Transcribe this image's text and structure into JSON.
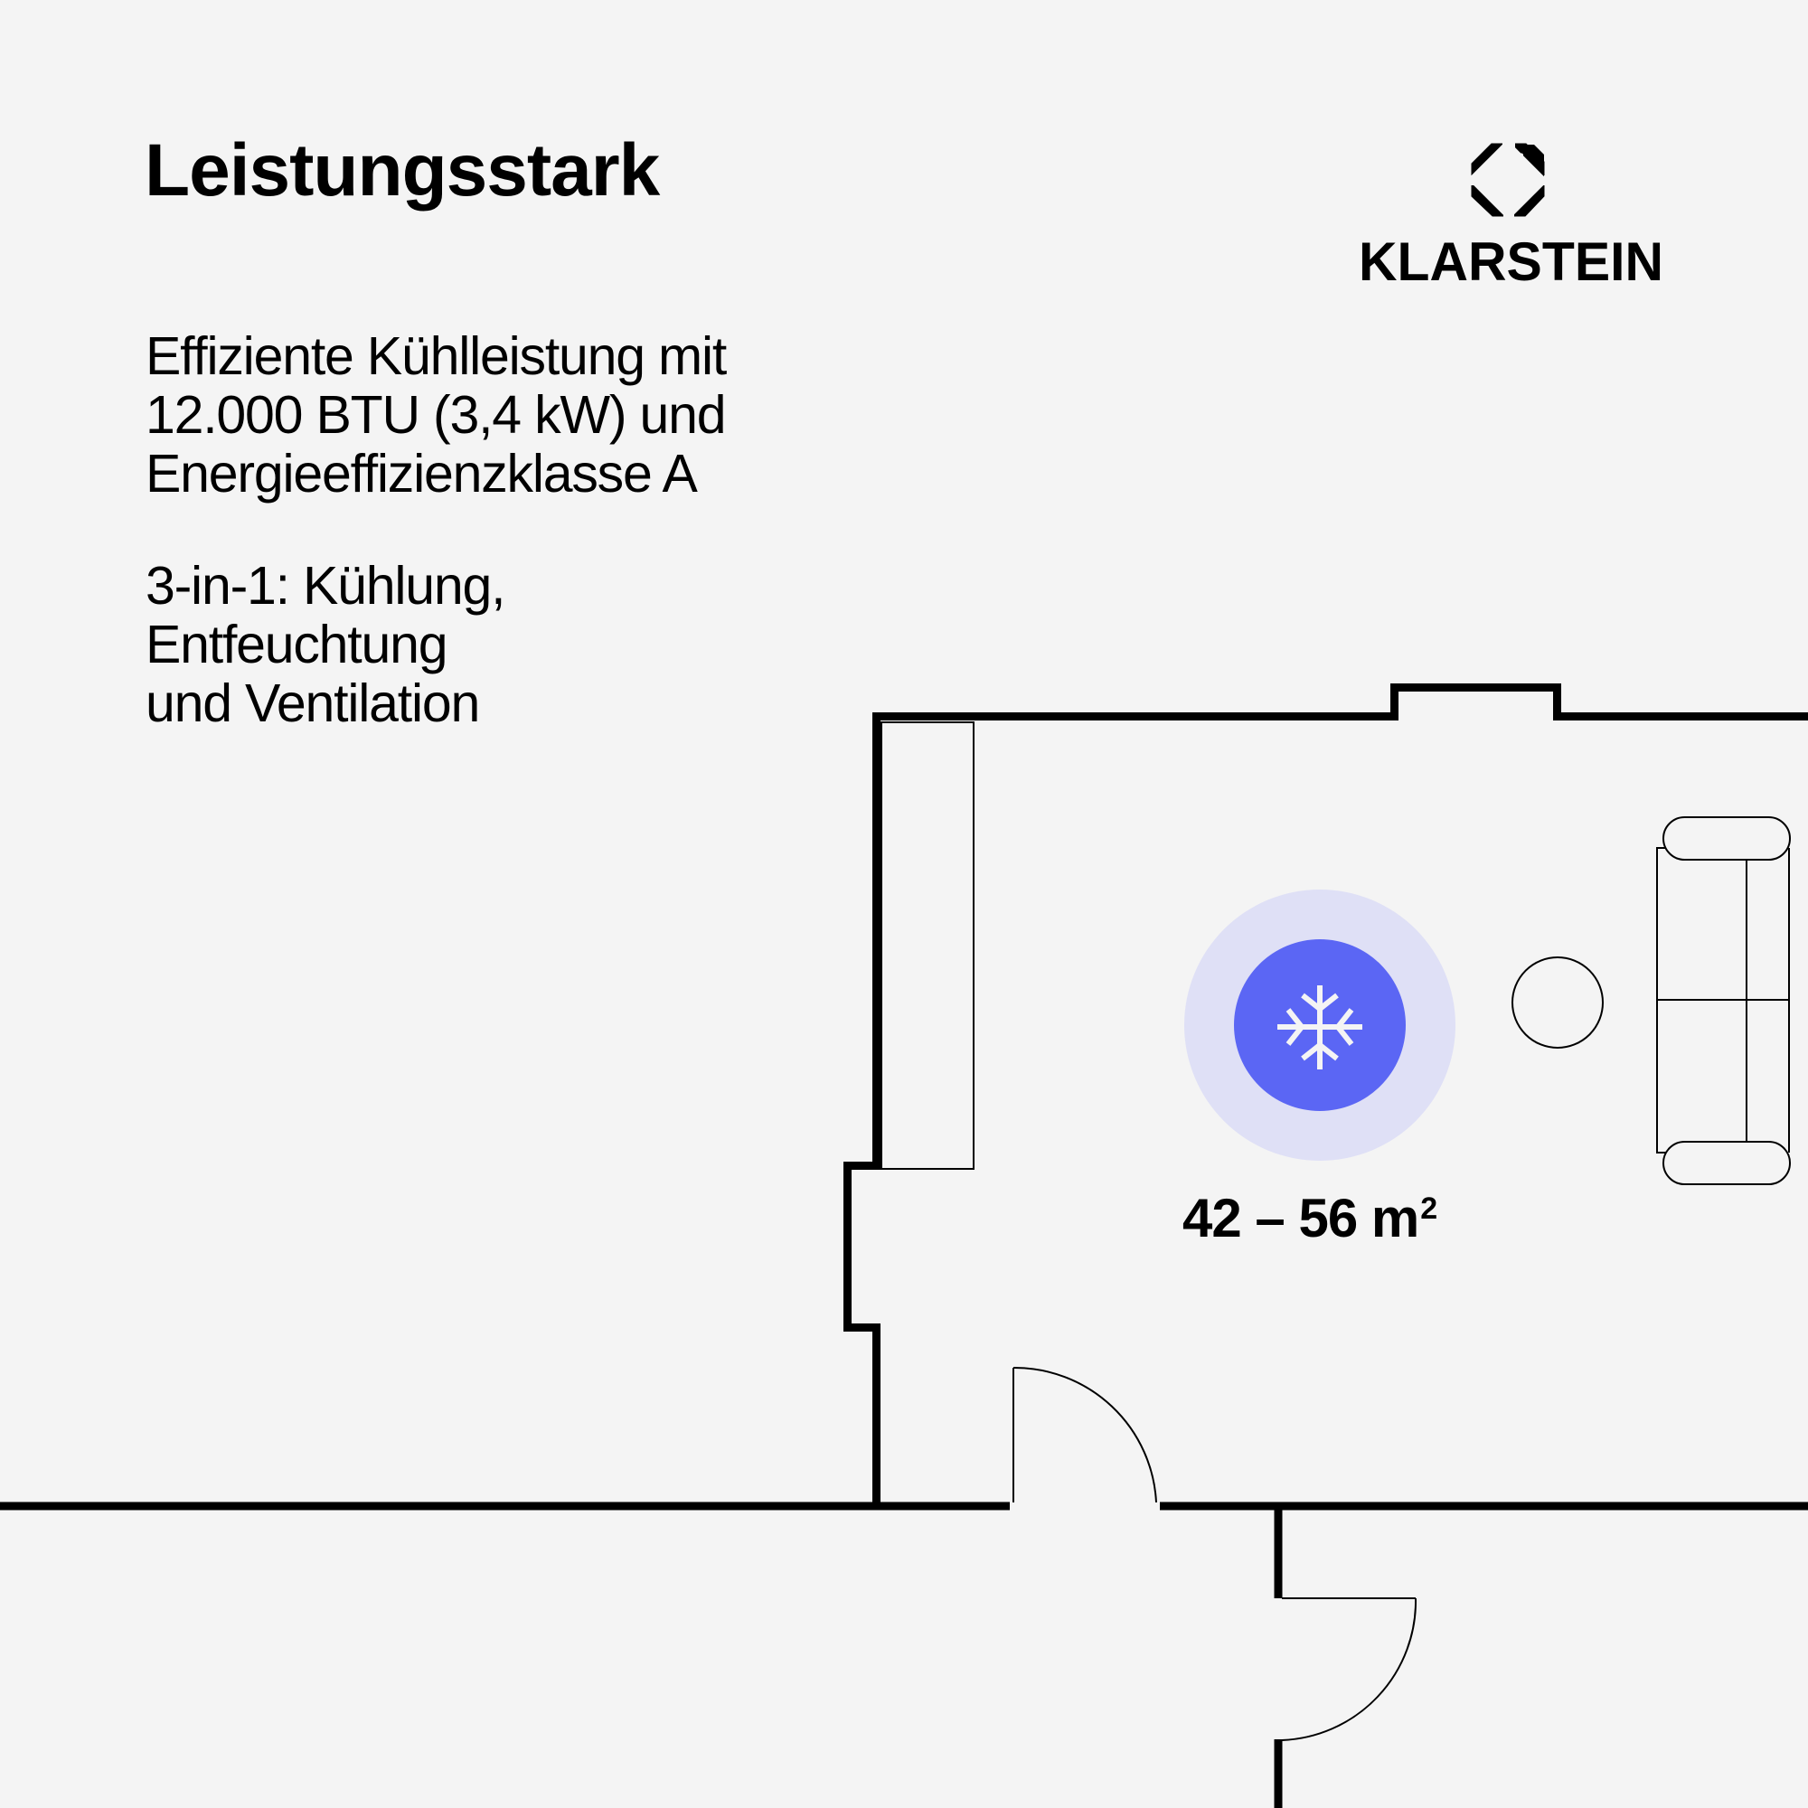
{
  "headline": "Leistungsstark",
  "features": [
    {
      "lines": [
        "Effiziente Kühlleistung mit",
        "12.000 BTU (3,4 kW) und",
        "Energieeffizienzklasse A"
      ]
    },
    {
      "lines": [
        "3-in-1: Kühlung,",
        "Entfeuchtung",
        "und Ventilation"
      ]
    }
  ],
  "brand": {
    "name": "KLARSTEIN",
    "icon": "klarstein-octagon-logo"
  },
  "floorplan": {
    "coverage_icon": "snowflake-icon",
    "area_range": "42 – 56 m",
    "area_unit_superscript": "2",
    "furniture": [
      "cabinet",
      "round-table",
      "sofa"
    ],
    "doors": 2
  },
  "colors": {
    "background": "#f4f4f4",
    "wall": "#000000",
    "coverage_outer": "#dfe0f6",
    "coverage_inner": "#5b66f4",
    "icon": "#ffffff"
  }
}
